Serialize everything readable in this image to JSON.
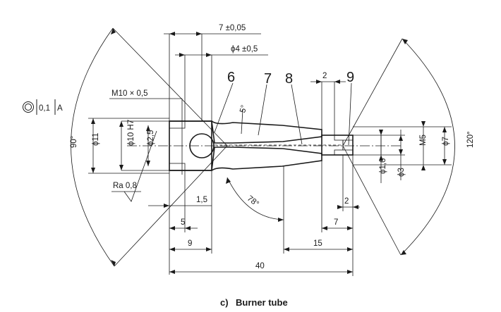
{
  "caption": {
    "prefix": "c)",
    "title": "Burner tube"
  },
  "tolerance_frame": {
    "symbol": "◎",
    "value": "0,1",
    "datum": "A"
  },
  "callouts": [
    "6",
    "7",
    "8",
    "9"
  ],
  "dimensions": {
    "length_7": "7 ±0,05",
    "dia_4": "ϕ4 ±0,5",
    "thread_m10": "M10 × 0,5",
    "dia_11": "ϕ11",
    "dia_10_h7": "ϕ10 H7",
    "dia_2_5": "ϕ2,5",
    "roughness": "Ra 0,8",
    "angle_90": "90°",
    "angle_5": "5°",
    "angle_78": "78°",
    "angle_120": "120°",
    "gap_2_top": "2",
    "gap_2_bottom": "2",
    "len_1_5": "1,5",
    "len_5": "5",
    "len_9": "9",
    "len_15": "15",
    "len_7": "7",
    "len_40": "40",
    "thread_m5": "M5",
    "dia_7": "ϕ7",
    "dia_3": "ϕ3",
    "dia_1_6": "ϕ1,6"
  },
  "colors": {
    "line": "#1a1a1a",
    "background": "#ffffff"
  }
}
